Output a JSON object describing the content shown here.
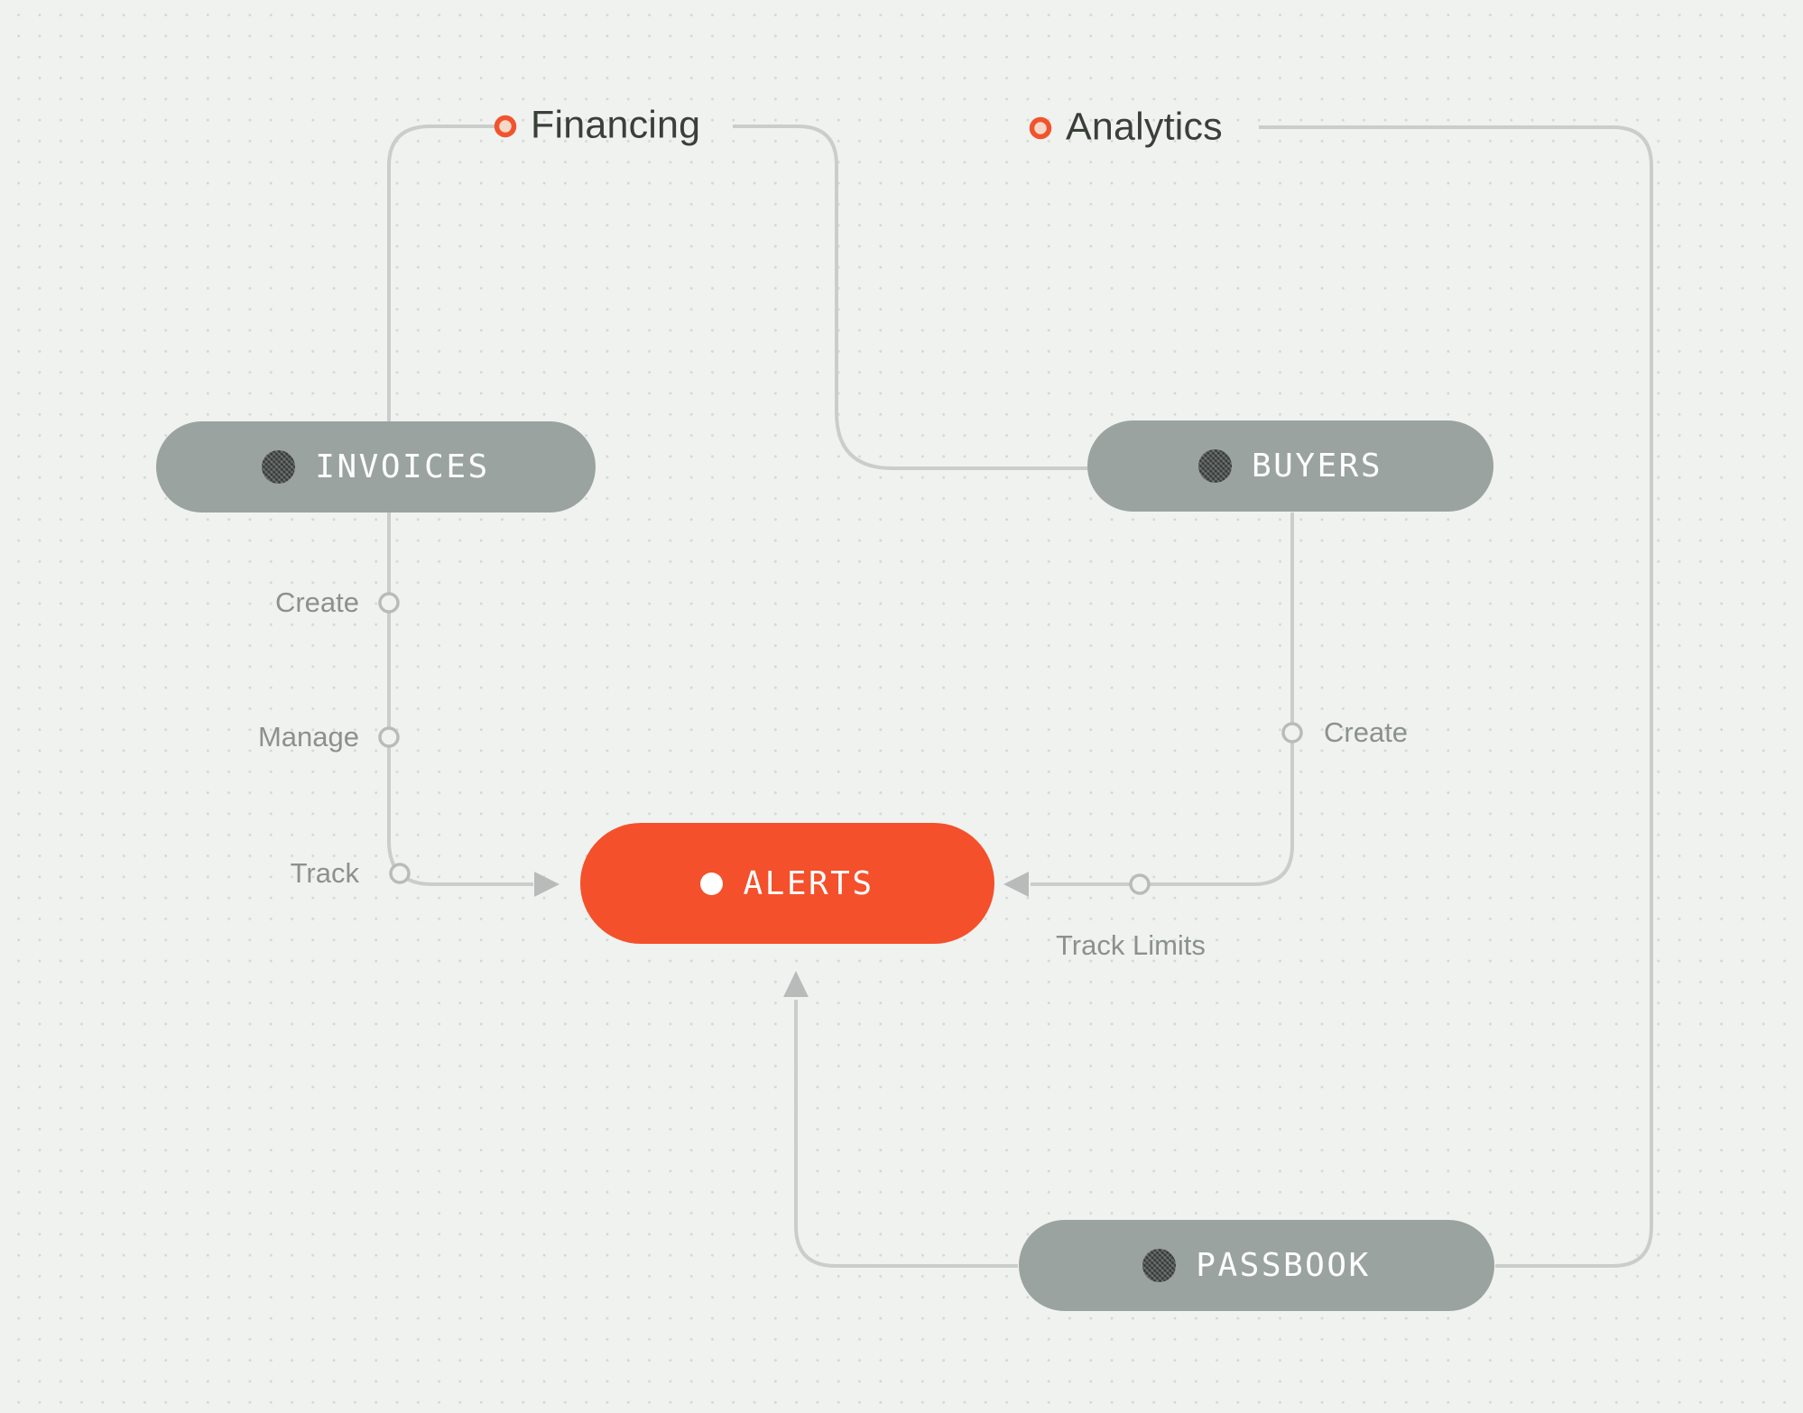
{
  "groups": {
    "financing": {
      "label": "Financing"
    },
    "analytics": {
      "label": "Analytics"
    }
  },
  "nodes": {
    "invoices": {
      "label": "INVOICES"
    },
    "buyers": {
      "label": "BUYERS"
    },
    "alerts": {
      "label": "ALERTS"
    },
    "passbook": {
      "label": "PASSBOOK"
    }
  },
  "edge_labels": {
    "invoices_create": "Create",
    "invoices_manage": "Manage",
    "invoices_track": "Track",
    "buyers_create": "Create",
    "buyers_track_limits": "Track Limits"
  },
  "colors": {
    "background": "#f0f2f0",
    "grid_dot": "#d5d8d6",
    "node_gray": "#9aa3a0",
    "accent_orange": "#f4502b",
    "ring_fill": "#f6d8c8",
    "edge_line": "#c9cdcb",
    "edge_marker": "#b7bcba",
    "edge_label_text": "#8a918e",
    "group_title_text": "#394038",
    "node_text": "#ffffff"
  }
}
